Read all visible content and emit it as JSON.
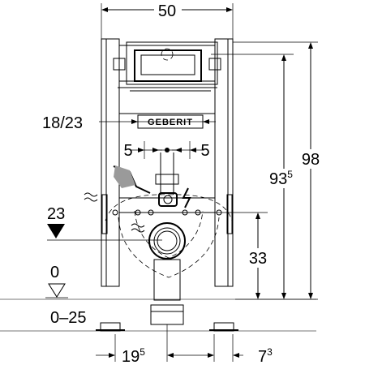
{
  "drawing": {
    "brand": "GEBERIT",
    "dimensions": {
      "top_width": "50",
      "bracket_spacing": "18/23",
      "left_offset": "5",
      "right_offset": "5",
      "total_height": "98",
      "frame_height_main": "93",
      "frame_height_sup": "5",
      "drain_height_left": "23",
      "drain_height_right": "33",
      "floor_level": "0",
      "floor_range": "0–25",
      "bottom_left_main": "19",
      "bottom_left_sup": "5",
      "bottom_right_main": "7",
      "bottom_right_sup": "3"
    },
    "colors": {
      "line": "#000000",
      "shade": "#9a9a9a",
      "floor": "#777777"
    }
  }
}
